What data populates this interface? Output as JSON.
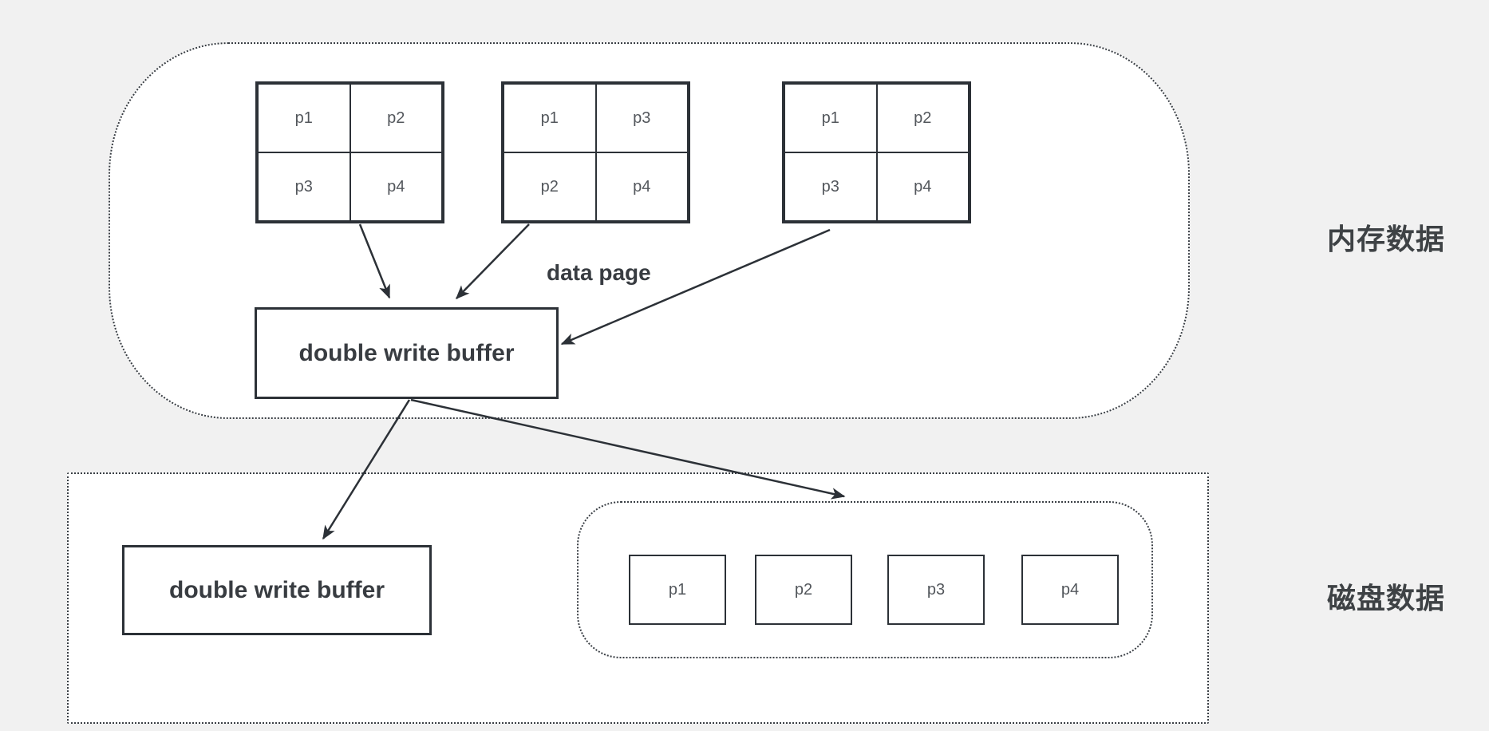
{
  "canvas": {
    "background_color": "#f1f1f1",
    "surface_color": "#ffffff",
    "line_color": "#2c3137",
    "heading_text_color": "#3e4245",
    "cell_text_color": "#53575c"
  },
  "memory_region": {
    "side_label": "内存数据",
    "data_page_label": "data page",
    "buffer_box_label": "double write buffer",
    "data_page_grids": [
      {
        "cells": [
          "p1",
          "p2",
          "p3",
          "p4"
        ]
      },
      {
        "cells": [
          "p1",
          "p3",
          "p2",
          "p4"
        ]
      },
      {
        "cells": [
          "p1",
          "p2",
          "p3",
          "p4"
        ]
      }
    ]
  },
  "disk_region": {
    "side_label": "磁盘数据",
    "buffer_box_label": "double write buffer",
    "disk_pages": [
      "p1",
      "p2",
      "p3",
      "p4"
    ]
  }
}
